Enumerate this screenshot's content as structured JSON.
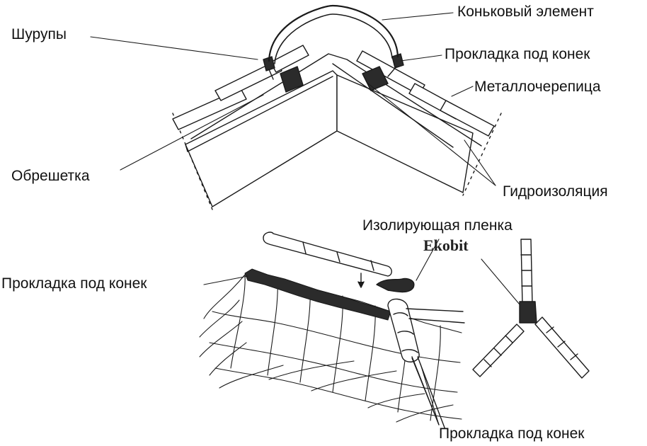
{
  "labels": {
    "ridge_element": "Коньковый элемент",
    "screws": "Шурупы",
    "ridge_gasket_top": "Прокладка под конек",
    "metal_tile": "Металлочерепица",
    "battens": "Обрешетка",
    "waterproofing": "Гидроизоляция",
    "insulating_film": "Изолирующая пленка",
    "brand": "Ekobit",
    "ridge_gasket_left": "Прокладка под конек",
    "ridge_gasket_bottom": "Прокладка под конек"
  },
  "colors": {
    "line": "#1a1a1a",
    "gasket": "#2b2b2b",
    "background": "#ffffff"
  }
}
